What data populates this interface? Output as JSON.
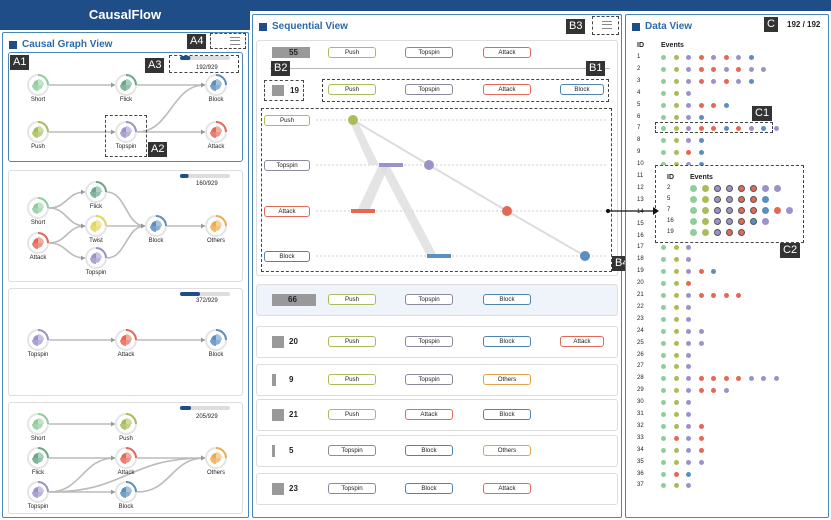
{
  "app": {
    "title": "CausalFlow"
  },
  "colors": {
    "short": "#8fcd9b",
    "flick": "#6aa78a",
    "push": "#a8bd59",
    "topspin": "#9b93c8",
    "attack": "#e56755",
    "block": "#5a8fbf",
    "others": "#eeaa50",
    "twist": "#e4d45a",
    "header": "#1e4d87",
    "accent": "#2c6aa8"
  },
  "causal_graph": {
    "title": "Causal Graph View",
    "cards": [
      {
        "count": "192/929",
        "progress": 0.2067,
        "nodes": [
          {
            "label": "Short",
            "color": "short"
          },
          {
            "label": "Flick",
            "color": "flick"
          },
          {
            "label": "Block",
            "color": "block"
          },
          {
            "label": "Push",
            "color": "push"
          },
          {
            "label": "Topspin",
            "color": "topspin"
          },
          {
            "label": "Attack",
            "color": "attack"
          }
        ]
      },
      {
        "count": "160/929",
        "progress": 0.1722,
        "nodes": [
          {
            "label": "Flick",
            "color": "flick"
          },
          {
            "label": "Short",
            "color": "short"
          },
          {
            "label": "Twist",
            "color": "twist"
          },
          {
            "label": "Block",
            "color": "block"
          },
          {
            "label": "Others",
            "color": "others"
          },
          {
            "label": "Attack",
            "color": "attack"
          },
          {
            "label": "Topspin",
            "color": "topspin"
          }
        ]
      },
      {
        "count": "372/929",
        "progress": 0.4004,
        "nodes": [
          {
            "label": "Topspin",
            "color": "topspin"
          },
          {
            "label": "Attack",
            "color": "attack"
          },
          {
            "label": "Block",
            "color": "block"
          }
        ]
      },
      {
        "count": "205/929",
        "progress": 0.2207,
        "nodes": [
          {
            "label": "Short",
            "color": "short"
          },
          {
            "label": "Push",
            "color": "push"
          },
          {
            "label": "Flick",
            "color": "flick"
          },
          {
            "label": "Attack",
            "color": "attack"
          },
          {
            "label": "Others",
            "color": "others"
          },
          {
            "label": "Topspin",
            "color": "topspin"
          },
          {
            "label": "Block",
            "color": "block"
          }
        ]
      }
    ]
  },
  "sequential": {
    "title": "Sequential View",
    "rows": [
      {
        "count": "55",
        "events": [
          "Push",
          "Topspin",
          "Attack"
        ]
      },
      {
        "count": "19",
        "events": [
          "Push",
          "Topspin",
          "Attack",
          "Block"
        ]
      },
      {
        "count": "66",
        "events": [
          "Push",
          "Topspin",
          "Block"
        ]
      },
      {
        "count": "20",
        "events": [
          "Push",
          "Topspin",
          "Block",
          "Attack"
        ]
      },
      {
        "count": "9",
        "events": [
          "Push",
          "Topspin",
          "Others"
        ]
      },
      {
        "count": "21",
        "events": [
          "Push",
          "Attack",
          "Block"
        ]
      },
      {
        "count": "5",
        "events": [
          "Topspin",
          "Block",
          "Others"
        ]
      },
      {
        "count": "23",
        "events": [
          "Topspin",
          "Block",
          "Attack"
        ]
      }
    ],
    "detail_events": [
      "Push",
      "Topspin",
      "Attack",
      "Block"
    ]
  },
  "data_view": {
    "title": "Data View",
    "count": "192 / 192",
    "col_id": "ID",
    "col_events": "Events",
    "zoom": {
      "col_id": "ID",
      "col_events": "Events",
      "rows": [
        {
          "id": "2",
          "events": [
            "short",
            "push",
            "topspin",
            "topspin",
            "attack",
            "attack",
            "topspin",
            "topspin"
          ]
        },
        {
          "id": "5",
          "events": [
            "short",
            "push",
            "topspin",
            "topspin",
            "attack",
            "attack",
            "block"
          ]
        },
        {
          "id": "7",
          "events": [
            "short",
            "push",
            "topspin",
            "topspin",
            "attack",
            "attack",
            "block",
            "attack",
            "topspin"
          ]
        },
        {
          "id": "16",
          "events": [
            "short",
            "push",
            "topspin",
            "topspin",
            "attack",
            "block",
            "topspin"
          ]
        },
        {
          "id": "19",
          "events": [
            "short",
            "push",
            "topspin",
            "attack",
            "attack"
          ]
        }
      ]
    },
    "rows": [
      {
        "id": "1",
        "events": [
          "short",
          "push",
          "topspin",
          "attack",
          "topspin",
          "attack",
          "topspin",
          "block"
        ]
      },
      {
        "id": "2",
        "events": [
          "short",
          "push",
          "topspin",
          "attack",
          "attack",
          "topspin",
          "attack",
          "topspin",
          "topspin"
        ]
      },
      {
        "id": "3",
        "events": [
          "short",
          "push",
          "topspin",
          "attack",
          "topspin",
          "attack",
          "topspin",
          "block"
        ]
      },
      {
        "id": "4",
        "events": [
          "short",
          "push",
          "topspin"
        ]
      },
      {
        "id": "5",
        "events": [
          "short",
          "push",
          "topspin",
          "attack",
          "attack",
          "block"
        ]
      },
      {
        "id": "6",
        "events": [
          "short",
          "push",
          "topspin",
          "block"
        ]
      },
      {
        "id": "7",
        "events": [
          "short",
          "push",
          "topspin",
          "attack",
          "attack",
          "block",
          "attack",
          "topspin",
          "block",
          "topspin"
        ]
      },
      {
        "id": "8",
        "events": [
          "short",
          "push",
          "topspin",
          "block"
        ]
      },
      {
        "id": "9",
        "events": [
          "short",
          "push",
          "attack",
          "block"
        ]
      },
      {
        "id": "10",
        "events": [
          "short",
          "push",
          "topspin",
          "block"
        ]
      },
      {
        "id": "11",
        "events": [
          "short",
          "push",
          "topspin"
        ]
      },
      {
        "id": "12",
        "events": [
          "short",
          "push",
          "topspin",
          "attack"
        ]
      },
      {
        "id": "13",
        "events": [
          "short",
          "push",
          "topspin"
        ]
      },
      {
        "id": "14",
        "events": [
          "short",
          "push",
          "topspin"
        ]
      },
      {
        "id": "15",
        "events": [
          "short",
          "push",
          "topspin"
        ]
      },
      {
        "id": "16",
        "events": [
          "short",
          "push",
          "topspin"
        ]
      },
      {
        "id": "17",
        "events": [
          "short",
          "push",
          "topspin"
        ]
      },
      {
        "id": "18",
        "events": [
          "short",
          "push",
          "topspin"
        ]
      },
      {
        "id": "19",
        "events": [
          "short",
          "push",
          "topspin",
          "attack",
          "block"
        ]
      },
      {
        "id": "20",
        "events": [
          "short",
          "push",
          "attack"
        ]
      },
      {
        "id": "21",
        "events": [
          "short",
          "push",
          "topspin",
          "attack",
          "attack",
          "attack",
          "attack"
        ]
      },
      {
        "id": "22",
        "events": [
          "short",
          "push",
          "topspin"
        ]
      },
      {
        "id": "23",
        "events": [
          "short",
          "push",
          "topspin"
        ]
      },
      {
        "id": "24",
        "events": [
          "short",
          "push",
          "topspin",
          "topspin"
        ]
      },
      {
        "id": "25",
        "events": [
          "short",
          "push",
          "topspin",
          "topspin"
        ]
      },
      {
        "id": "26",
        "events": [
          "short",
          "push",
          "topspin"
        ]
      },
      {
        "id": "27",
        "events": [
          "short",
          "push",
          "topspin"
        ]
      },
      {
        "id": "28",
        "events": [
          "short",
          "push",
          "topspin",
          "attack",
          "attack",
          "attack",
          "attack",
          "topspin",
          "topspin",
          "topspin"
        ]
      },
      {
        "id": "29",
        "events": [
          "short",
          "push",
          "topspin",
          "attack",
          "attack",
          "topspin"
        ]
      },
      {
        "id": "30",
        "events": [
          "short",
          "push",
          "topspin"
        ]
      },
      {
        "id": "31",
        "events": [
          "short",
          "push",
          "topspin"
        ]
      },
      {
        "id": "32",
        "events": [
          "short",
          "push",
          "topspin",
          "attack"
        ]
      },
      {
        "id": "33",
        "events": [
          "short",
          "attack",
          "topspin",
          "attack"
        ]
      },
      {
        "id": "34",
        "events": [
          "short",
          "push",
          "topspin",
          "attack"
        ]
      },
      {
        "id": "35",
        "events": [
          "short",
          "push",
          "topspin",
          "topspin"
        ]
      },
      {
        "id": "36",
        "events": [
          "short",
          "attack",
          "block"
        ]
      },
      {
        "id": "37",
        "events": [
          "short",
          "push",
          "topspin"
        ]
      }
    ]
  },
  "annotations": {
    "A1": "A1",
    "A2": "A2",
    "A3": "A3",
    "A4": "A4",
    "B1": "B1",
    "B2": "B2",
    "B3": "B3",
    "B4": "B4",
    "C": "C",
    "C1": "C1",
    "C2": "C2"
  }
}
